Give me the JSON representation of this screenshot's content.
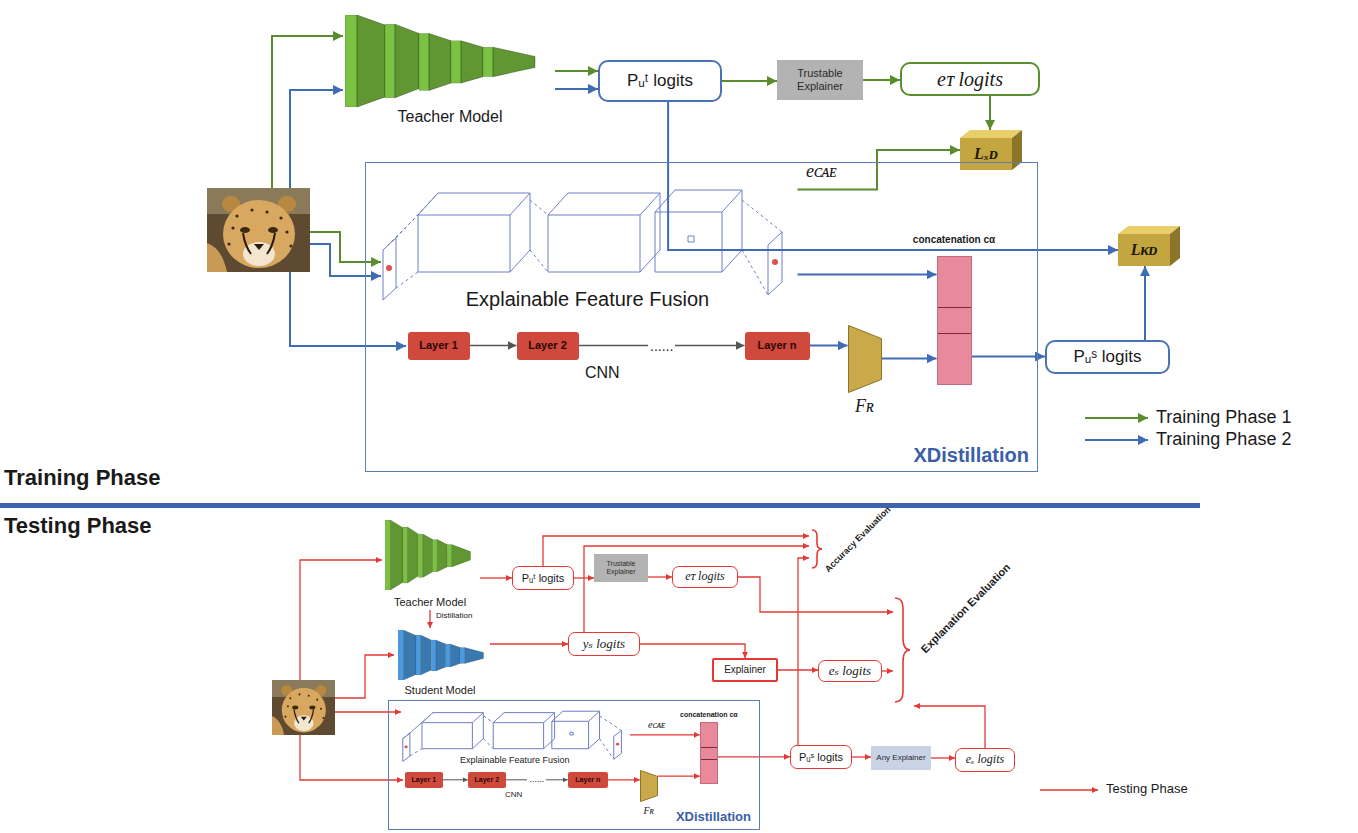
{
  "diagram": {
    "nodes": [
      {
        "text": [
          "Teacher Model"
        ]
      },
      {
        "text": [
          "Pᵤᵗ logits"
        ]
      },
      {
        "text": [
          "Trustable Explainer"
        ]
      },
      {
        "text": [
          "eᴛ logits"
        ]
      },
      {
        "text": [
          "Lₓᴅ"
        ]
      },
      {
        "text": [
          "XDistillation"
        ]
      },
      {
        "text": [
          "Explainable Feature Fusion"
        ],
        "in": 5
      },
      {
        "text": [
          "Layer 1"
        ],
        "in": 5
      },
      {
        "text": [
          "Layer 2"
        ],
        "in": 5
      },
      {
        "text": [
          "Layer n"
        ],
        "in": 5
      },
      {
        "text": [
          "Fʀ"
        ],
        "in": 5
      },
      {
        "text": [
          "concatenation cα"
        ],
        "in": 5
      },
      {
        "text": [
          "Lᴋᴅ"
        ]
      },
      {
        "text": [
          "Pᵤˢ logits"
        ]
      },
      {
        "text": [
          "Teacher Model"
        ]
      },
      {
        "text": [
          "Pᵤᵗ logits"
        ]
      },
      {
        "text": [
          "Trustable Explainer"
        ]
      },
      {
        "text": [
          "eᴛ logits"
        ]
      },
      {
        "text": [
          "Student Model"
        ]
      },
      {
        "text": [
          "yₛ logits"
        ]
      },
      {
        "text": [
          "Explainer"
        ]
      },
      {
        "text": [
          "eₛ logits"
        ]
      },
      {
        "text": [
          "XDistillation"
        ]
      },
      {
        "text": [
          "Explainable Feature Fusion"
        ],
        "in": 22
      },
      {
        "text": [
          "concatenation cα"
        ],
        "in": 22
      },
      {
        "text": [
          "Layer 1"
        ],
        "in": 22
      },
      {
        "text": [
          "Layer 2"
        ],
        "in": 22
      },
      {
        "text": [
          "Layer n"
        ],
        "in": 22
      },
      {
        "text": [
          "Fʀ"
        ],
        "in": 22
      },
      {
        "text": [
          "Pᵤˢ logits"
        ]
      },
      {
        "text": [
          "Any Explainer"
        ]
      },
      {
        "text": [
          "eₓ logits"
        ]
      }
    ],
    "edges": [
      {
        "from": 0,
        "to": 1,
        "arrow": "to"
      },
      {
        "from": 0,
        "to": 1,
        "arrow": "to"
      },
      {
        "from": 1,
        "to": 2,
        "arrow": "to"
      },
      {
        "from": 2,
        "to": 3,
        "arrow": "to"
      },
      {
        "from": 3,
        "to": 4,
        "arrow": "to"
      },
      {
        "from": 6,
        "to": 4,
        "label": "eᴄᴀᴇ",
        "arrow": "to"
      },
      {
        "from": 1,
        "to": 12,
        "arrow": "to"
      },
      {
        "from": 6,
        "to": 11,
        "arrow": "to"
      },
      {
        "from": 7,
        "to": 8,
        "arrow": "to"
      },
      {
        "from": 8,
        "to": 9,
        "label": "......",
        "arrow": "to"
      },
      {
        "from": 9,
        "to": 10,
        "arrow": "to"
      },
      {
        "from": 10,
        "to": 11,
        "arrow": "to"
      },
      {
        "from": 11,
        "to": 13,
        "arrow": "to"
      },
      {
        "from": 13,
        "to": 12,
        "arrow": "to"
      },
      {
        "from": 14,
        "to": 15,
        "arrow": "to"
      },
      {
        "from": 15,
        "to": 16,
        "arrow": "to"
      },
      {
        "from": 16,
        "to": 17,
        "arrow": "to"
      },
      {
        "from": 14,
        "to": 18,
        "label": "Distillation",
        "arrow": "to"
      },
      {
        "from": 18,
        "to": 19,
        "arrow": "to"
      },
      {
        "from": 19,
        "to": 20,
        "arrow": "to"
      },
      {
        "from": 20,
        "to": 21,
        "arrow": "to"
      },
      {
        "from": 23,
        "to": 24,
        "label": "eᴄᴀᴇ",
        "arrow": "to"
      },
      {
        "from": 25,
        "to": 26,
        "arrow": "to"
      },
      {
        "from": 26,
        "to": 27,
        "label": "......",
        "arrow": "to"
      },
      {
        "from": 27,
        "to": 28,
        "arrow": "to"
      },
      {
        "from": 28,
        "to": 24,
        "arrow": "to"
      },
      {
        "from": 24,
        "to": 29,
        "arrow": "to"
      },
      {
        "from": 29,
        "to": 30,
        "arrow": "to"
      },
      {
        "from": 30,
        "to": 31,
        "arrow": "to"
      }
    ],
    "labels": [
      "Training Phase",
      "Testing Phase",
      "CNN",
      "CNN",
      "Accuracy Evaluation",
      "Explanation Evaluation"
    ],
    "legend": [
      {
        "text": "Training Phase 1"
      },
      {
        "text": "Training Phase 2"
      },
      {
        "text": "Testing Phase"
      }
    ]
  }
}
